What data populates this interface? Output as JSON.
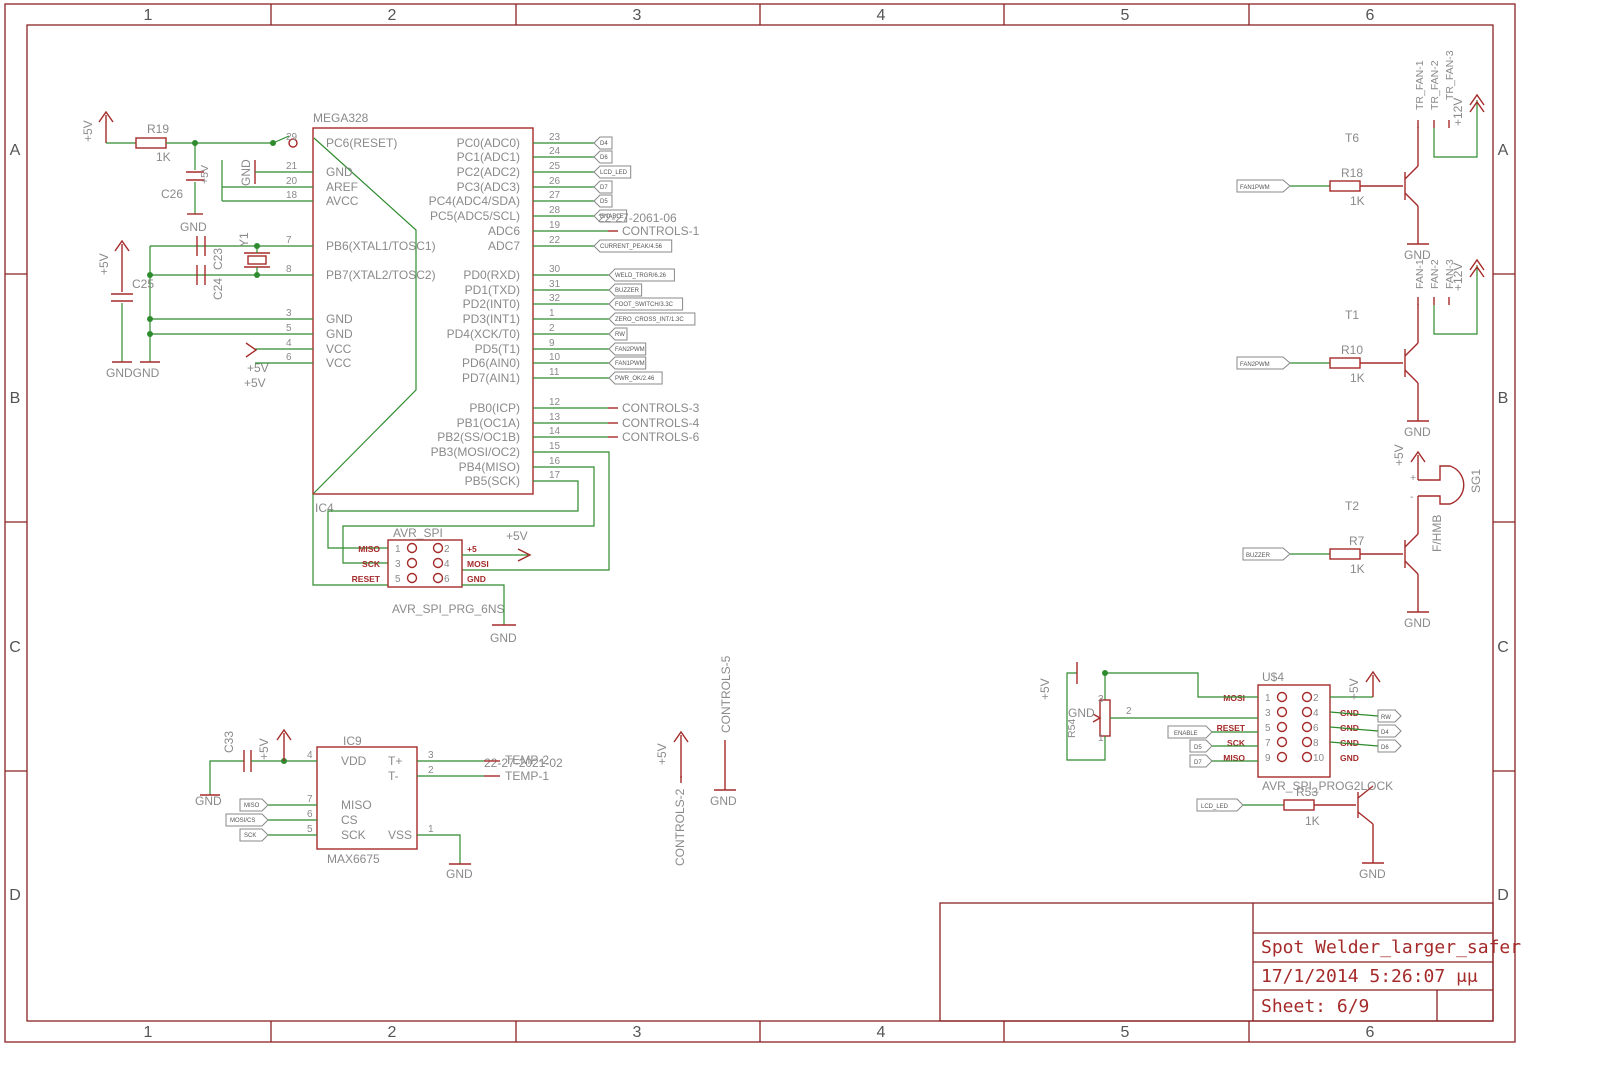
{
  "title_block": {
    "title": "Spot Welder_larger_safer",
    "date": "17/1/2014 5:26:07 μμ",
    "sheet": "Sheet: 6/9"
  },
  "grid": {
    "columns": [
      "1",
      "2",
      "3",
      "4",
      "5",
      "6"
    ],
    "rows": [
      "A",
      "B",
      "C",
      "D"
    ]
  },
  "mcu": {
    "name": "MEGA328",
    "ref": "IC4",
    "left_pins": [
      {
        "num": "29",
        "name": "PC6(RESET)"
      },
      {
        "num": "21",
        "name": "GND"
      },
      {
        "num": "20",
        "name": "AREF"
      },
      {
        "num": "18",
        "name": "AVCC"
      },
      {
        "num": "7",
        "name": "PB6(XTAL1/TOSC1)"
      },
      {
        "num": "8",
        "name": "PB7(XTAL2/TOSC2)"
      },
      {
        "num": "3",
        "name": "GND"
      },
      {
        "num": "5",
        "name": "GND"
      },
      {
        "num": "4",
        "name": "VCC"
      },
      {
        "num": "6",
        "name": "VCC"
      }
    ],
    "right_pins": [
      {
        "num": "23",
        "name": "PC0(ADC0)",
        "net": "D4"
      },
      {
        "num": "24",
        "name": "PC1(ADC1)",
        "net": "D6"
      },
      {
        "num": "25",
        "name": "PC2(ADC2)",
        "net": "LCD_LED"
      },
      {
        "num": "26",
        "name": "PC3(ADC3)",
        "net": "D7"
      },
      {
        "num": "27",
        "name": "PC4(ADC4/SDA)",
        "net": "D5"
      },
      {
        "num": "28",
        "name": "PC5(ADC5/SCL)",
        "net": "ENABLE"
      },
      {
        "num": "19",
        "name": "ADC6",
        "net": "CONTROLS-1"
      },
      {
        "num": "22",
        "name": "ADC7",
        "net": "CURRENT_PEAK/4.56"
      },
      {
        "num": "30",
        "name": "PD0(RXD)",
        "net": "WELD_TRGR/6.26"
      },
      {
        "num": "31",
        "name": "PD1(TXD)",
        "net": "BUZZER"
      },
      {
        "num": "32",
        "name": "PD2(INT0)",
        "net": "FOOT_SWITCH/3.3C"
      },
      {
        "num": "1",
        "name": "PD3(INT1)",
        "net": "ZERO_CROSS_INT/1.3C"
      },
      {
        "num": "2",
        "name": "PD4(XCK/T0)",
        "net": "RW"
      },
      {
        "num": "9",
        "name": "PD5(T1)",
        "net": "FAN2PWM"
      },
      {
        "num": "10",
        "name": "PD6(AIN0)",
        "net": "FAN1PWM"
      },
      {
        "num": "11",
        "name": "PD7(AIN1)",
        "net": "PWR_OK/2.46"
      },
      {
        "num": "12",
        "name": "PB0(ICP)",
        "net": "CONTROLS-3"
      },
      {
        "num": "13",
        "name": "PB1(OC1A)",
        "net": "CONTROLS-4"
      },
      {
        "num": "14",
        "name": "PB2(SS/OC1B)",
        "net": "CONTROLS-6"
      },
      {
        "num": "15",
        "name": "PB3(MOSI/OC2)",
        "net": ""
      },
      {
        "num": "16",
        "name": "PB4(MISO)",
        "net": ""
      },
      {
        "num": "17",
        "name": "PB5(SCK)",
        "net": ""
      }
    ],
    "connector_ref": "22-27-2061-06"
  },
  "components": {
    "r19": {
      "ref": "R19",
      "val": "1K"
    },
    "c26": {
      "ref": "C26"
    },
    "c25": {
      "ref": "C25"
    },
    "c24": {
      "ref": "C24"
    },
    "c23": {
      "ref": "C23"
    },
    "y1": {
      "ref": "Y1"
    },
    "c33": {
      "ref": "C33"
    },
    "r18": {
      "ref": "R18",
      "val": "1K"
    },
    "r10": {
      "ref": "R10",
      "val": "1K"
    },
    "r7": {
      "ref": "R7",
      "val": "1K"
    },
    "r53": {
      "ref": "R53",
      "val": "1K"
    },
    "r54": {
      "ref": "R54"
    },
    "t6": "T6",
    "t1": "T1",
    "t2": "T2",
    "sg1": "SG1",
    "sg1_val": "F/HMB"
  },
  "power": {
    "p5v": "+5V",
    "gnd": "GND",
    "p12v": "+12V",
    "gndgnd": "GNDGND"
  },
  "avr_spi": {
    "name": "AVR_SPI",
    "part": "AVR_SPI_PRG_6NS",
    "left": [
      "MISO",
      "SCK",
      "RESET"
    ],
    "left_nums": [
      "1",
      "3",
      "5"
    ],
    "right": [
      "+5",
      "MOSI",
      "GND"
    ],
    "right_nums": [
      "2",
      "4",
      "6"
    ]
  },
  "us4": {
    "name": "U$4",
    "part": "AVR_SPI_PROG2LOCK",
    "left": [
      "MOSI",
      "RESET",
      "SCK",
      "MISO"
    ],
    "left_nums": [
      "1",
      "3",
      "5",
      "7",
      "9"
    ],
    "right_nums": [
      "2",
      "4",
      "6",
      "8",
      "10"
    ],
    "right": [
      "GND",
      "GND",
      "GND",
      "GND"
    ],
    "left_labels": [
      "ENABLE",
      "D5",
      "D7"
    ],
    "right_labels": [
      "RW",
      "D4",
      "D6"
    ],
    "pot_pins": [
      "3",
      "2",
      "1"
    ]
  },
  "max6675": {
    "ref": "IC9",
    "part": "MAX6675",
    "left_pins": [
      {
        "num": "4",
        "name": "VDD"
      },
      {
        "num": "7",
        "name": "MISO"
      },
      {
        "num": "6",
        "name": "CS"
      },
      {
        "num": "5",
        "name": "SCK"
      }
    ],
    "right_pins": [
      {
        "num": "3",
        "name": "T+"
      },
      {
        "num": "2",
        "name": "T-"
      },
      {
        "num": "1",
        "name": "VSS"
      }
    ],
    "inputs": [
      "MISO",
      "MOSI/CS",
      "SCK"
    ],
    "connector_ref": "22-27-2021-02",
    "temp": [
      "TEMP-2",
      "TEMP-1"
    ]
  },
  "fans": {
    "tr_fan": [
      "TR_FAN-1",
      "TR_FAN-2",
      "TR_FAN-3"
    ],
    "fan": [
      "FAN-1",
      "FAN-2",
      "FAN-3"
    ],
    "fan_labels": [
      "FAN1PWM",
      "FAN2PWM",
      "BUZZER"
    ]
  },
  "controls": {
    "c2": "CONTROLS-2",
    "c5": "CONTROLS-5"
  },
  "lcd_led": "LCD_LED"
}
